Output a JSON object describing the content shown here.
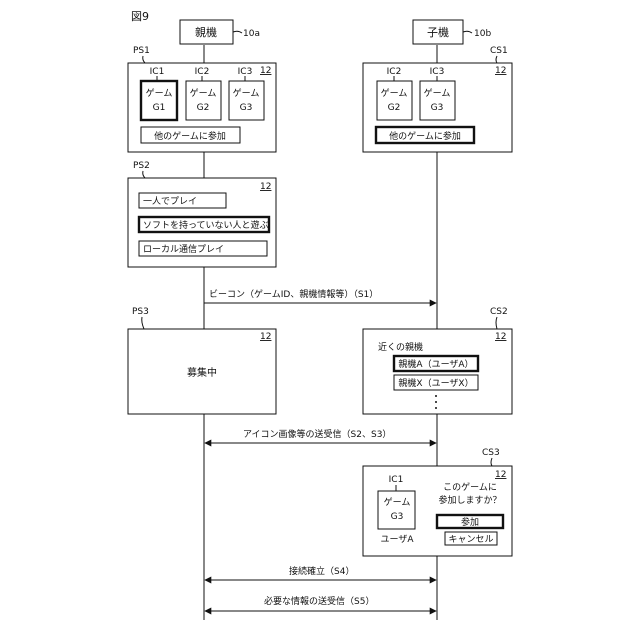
{
  "figure_label": "図9",
  "parent_device": {
    "label": "親機",
    "ref": "10a"
  },
  "child_device": {
    "label": "子機",
    "ref": "10b"
  },
  "screen_ref": "12",
  "ps1": {
    "id": "PS1",
    "icons": [
      {
        "id": "IC1",
        "line1": "ゲーム",
        "line2": "G1"
      },
      {
        "id": "IC2",
        "line1": "ゲーム",
        "line2": "G2"
      },
      {
        "id": "IC3",
        "line1": "ゲーム",
        "line2": "G3"
      }
    ],
    "button": "他のゲームに参加"
  },
  "cs1": {
    "id": "CS1",
    "icons": [
      {
        "id": "IC2",
        "line1": "ゲーム",
        "line2": "G2"
      },
      {
        "id": "IC3",
        "line1": "ゲーム",
        "line2": "G3"
      }
    ],
    "button": "他のゲームに参加"
  },
  "ps2": {
    "id": "PS2",
    "options": [
      "一人でプレイ",
      "ソフトを持っていない人と遊ぶ",
      "ローカル通信プレイ"
    ]
  },
  "ps3": {
    "id": "PS3",
    "text": "募集中"
  },
  "cs2": {
    "id": "CS2",
    "title": "近くの親機",
    "items": [
      "親機A（ユーザA）",
      "親機X（ユーザX）"
    ]
  },
  "cs3": {
    "id": "CS3",
    "icon": {
      "id": "IC1",
      "line1": "ゲーム",
      "line2": "G3",
      "caption": "ユーザA"
    },
    "question_line1": "このゲームに",
    "question_line2": "参加しますか？",
    "join_button": "参加",
    "cancel_button": "キャンセル"
  },
  "messages": {
    "s1": "ビーコン（ゲームID、親機情報等）（S1）",
    "s2s3": "アイコン画像等の送受信（S2、S3）",
    "s4": "接続確立（S4）",
    "s5": "必要な情報の送受信（S5）"
  }
}
